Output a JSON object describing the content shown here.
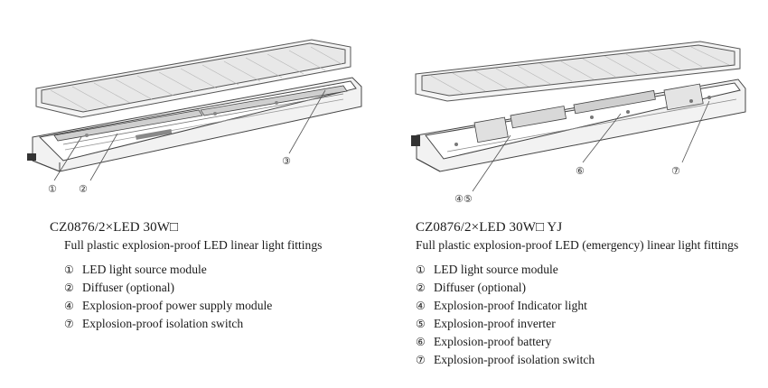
{
  "left": {
    "title": "CZ0876/2×LED 30W□",
    "subtitle": "Full plastic explosion-proof LED linear light fittings",
    "callouts": [
      "①",
      "②",
      "③"
    ],
    "features": [
      {
        "num": "①",
        "text": "LED light source module"
      },
      {
        "num": "②",
        "text": "Diffuser (optional)"
      },
      {
        "num": "④",
        "text": "Explosion-proof power supply module"
      },
      {
        "num": "⑦",
        "text": "Explosion-proof isolation switch"
      }
    ]
  },
  "right": {
    "title": "CZ0876/2×LED 30W□ YJ",
    "subtitle": "Full plastic explosion-proof LED (emergency) linear light fittings",
    "callouts": [
      "④⑤",
      "⑥",
      "⑦"
    ],
    "features": [
      {
        "num": "①",
        "text": "LED light source module"
      },
      {
        "num": "②",
        "text": "Diffuser (optional)"
      },
      {
        "num": "④",
        "text": "Explosion-proof Indicator light"
      },
      {
        "num": "⑤",
        "text": "Explosion-proof inverter"
      },
      {
        "num": "⑥",
        "text": "Explosion-proof battery"
      },
      {
        "num": "⑦",
        "text": "Explosion-proof isolation switch"
      }
    ]
  }
}
